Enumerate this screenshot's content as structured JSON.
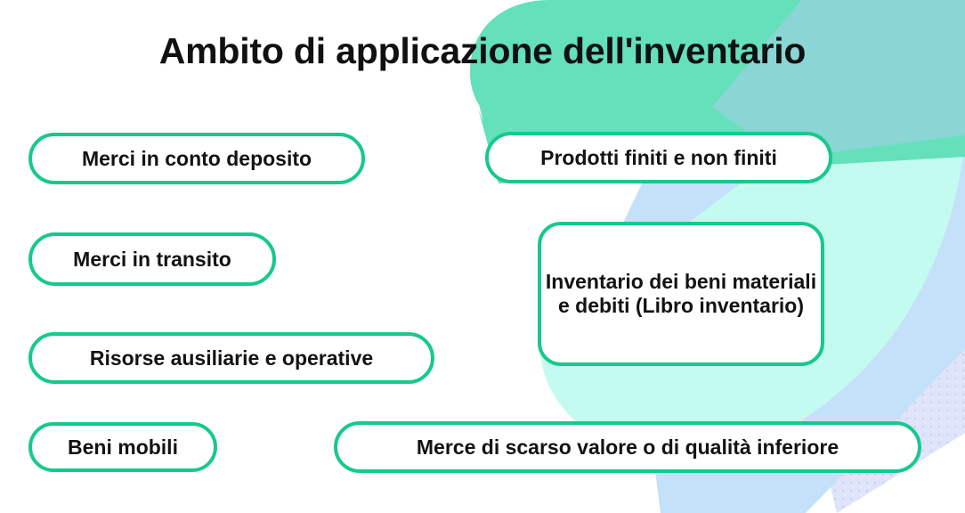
{
  "slide": {
    "title": "Ambito di applicazione dell'inventario",
    "background_color": "#ffffff"
  },
  "colors": {
    "mint_blob": "#64e0bb",
    "pale_aqua_blob": "#c4fbf0",
    "light_blue_blob": "#c3e1f8",
    "lavender_dotted_blob": "#dfe4fb",
    "lavender_dot": "#c9d2f6",
    "chip_border": "#16c98d",
    "chip_fill": "#ffffff",
    "text": "#131313",
    "title_text": "#111111"
  },
  "chips": [
    {
      "id": "merci-conto-deposito",
      "label": "Merci in conto deposito",
      "shape": "pill"
    },
    {
      "id": "prodotti-finiti",
      "label": "Prodotti finiti e non finiti",
      "shape": "pill"
    },
    {
      "id": "merci-transito",
      "label": "Merci in transito",
      "shape": "pill"
    },
    {
      "id": "inventario-beni",
      "label": "Inventario dei beni materiali\ne debiti (Libro inventario)",
      "shape": "box"
    },
    {
      "id": "risorse-ausiliarie",
      "label": "Risorse ausiliarie e operative",
      "shape": "pill"
    },
    {
      "id": "beni-mobili",
      "label": "Beni mobili",
      "shape": "pill"
    },
    {
      "id": "merce-scarso-valore",
      "label": "Merce di scarso valore o di qualità inferiore",
      "shape": "pill"
    }
  ]
}
